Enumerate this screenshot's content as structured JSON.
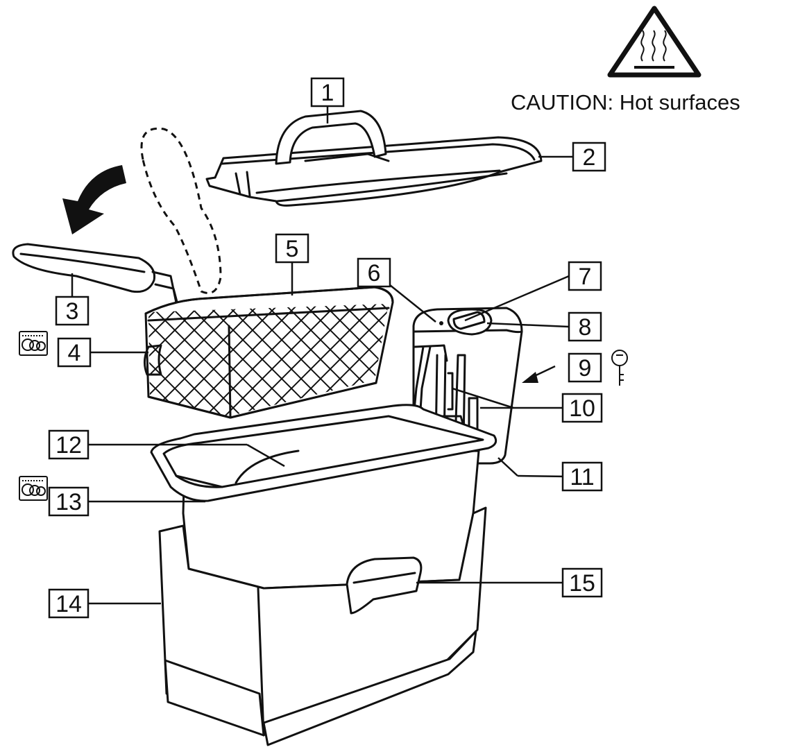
{
  "warning": {
    "caution_text": "CAUTION: Hot surfaces",
    "icon": "hot-surface-warning-icon"
  },
  "icons": {
    "dishwasher": "dishwasher-safe-icon",
    "key": "key-icon",
    "arrow": "rotate-arrow-icon"
  },
  "callouts": [
    "1",
    "2",
    "3",
    "4",
    "5",
    "6",
    "7",
    "8",
    "9",
    "10",
    "11",
    "12",
    "13",
    "14",
    "15"
  ],
  "colors": {
    "line": "#111111",
    "background": "#ffffff"
  }
}
